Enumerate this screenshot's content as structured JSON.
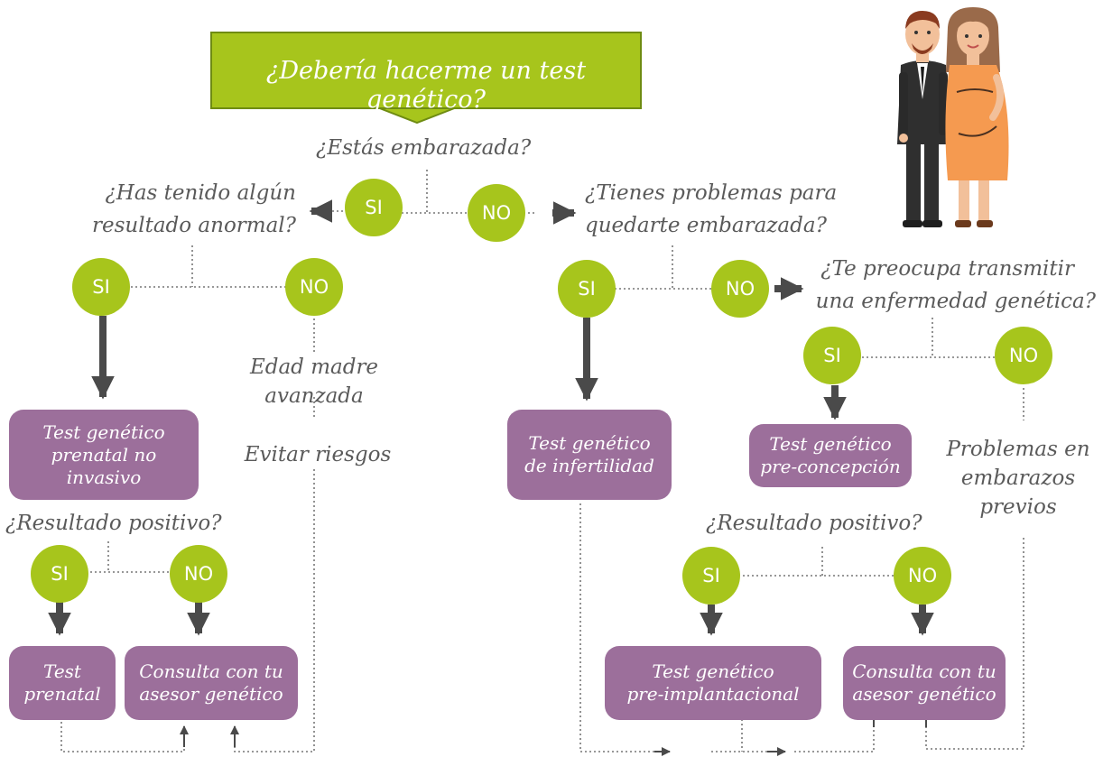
{
  "title": "¿Debería hacerme un test genético?",
  "colors": {
    "yes_no_circle": "#a7c51c",
    "result_box": "#9c6f9b",
    "connector": "#4a4a4a",
    "question_text": "#5a5a5a"
  },
  "illustration": "couple-illustration",
  "questions": {
    "pregnant": "¿Estás embarazada?",
    "abnormal_1": "¿Has tenido algún",
    "abnormal_2": "resultado anormal?",
    "fertility_1": "¿Tienes problemas para",
    "fertility_2": "quedarte embarazada?",
    "transmit_1": "¿Te preocupa transmitir",
    "transmit_2": "una enfermedad genética?",
    "positive_left": "¿Resultado positivo?",
    "positive_right": "¿Resultado positivo?"
  },
  "answers": {
    "yes": "SI",
    "no": "NO"
  },
  "notes": {
    "age_1": "Edad madre",
    "age_2": "avanzada",
    "avoid_risks": "Evitar riesgos",
    "prev_1": "Problemas en",
    "prev_2": "embarazos",
    "prev_3": "previos"
  },
  "boxes": {
    "nipt": "Test genético\nprenatal no\ninvasivo",
    "prenatal": "Test\nprenatal",
    "counsel_left": "Consulta con tu\nasesor genético",
    "infertility": "Test genético\nde infertilidad",
    "preconception": "Test genético\npre-concepción",
    "preimplant": "Test genético\npre-implantacional",
    "counsel_right": "Consulta con tu\nasesor genético"
  }
}
